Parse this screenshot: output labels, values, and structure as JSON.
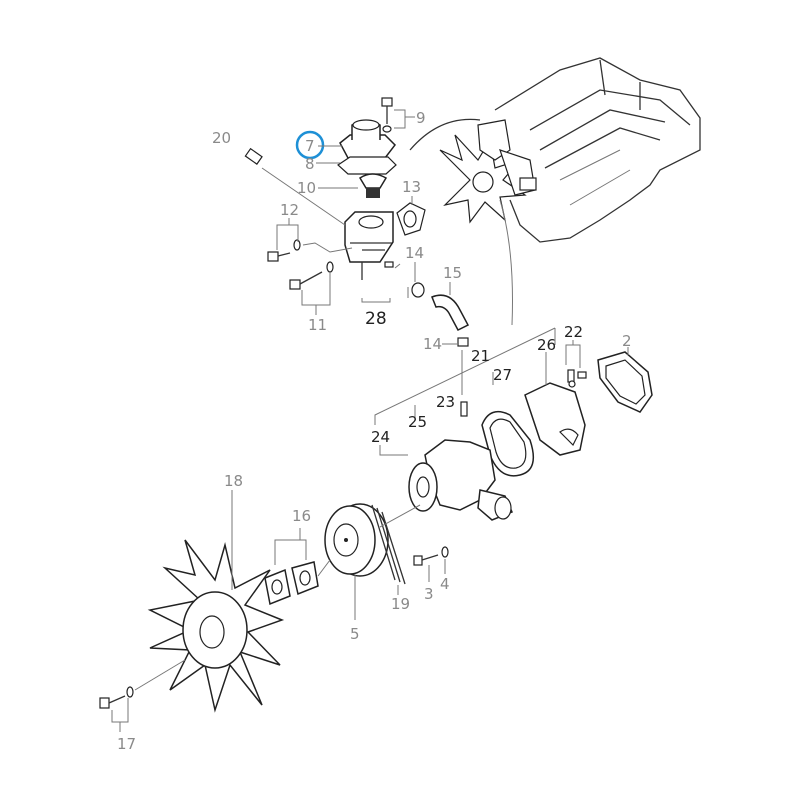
{
  "highlight_color": "#1e90d6",
  "highlighted_part": "7",
  "labels": {
    "p9": "9",
    "p20": "20",
    "p7": "7",
    "p8": "8",
    "p10": "10",
    "p13": "13",
    "p12": "12",
    "p14a": "14",
    "p15": "15",
    "p11": "11",
    "p28": "28",
    "p14b": "14",
    "p21": "21",
    "p22": "22",
    "p26": "26",
    "p2": "2",
    "p27": "27",
    "p23": "23",
    "p25": "25",
    "p24": "24",
    "p18": "18",
    "p16": "16",
    "p19": "19",
    "p3": "3",
    "p4": "4",
    "p5": "5",
    "p17": "17"
  }
}
